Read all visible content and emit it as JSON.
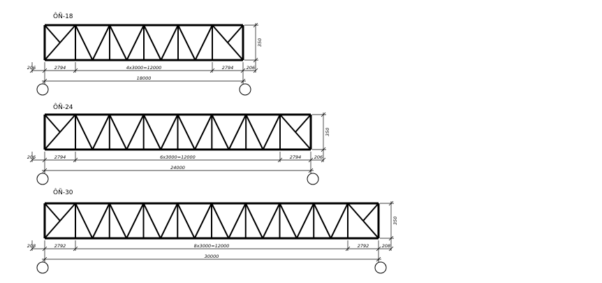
{
  "trusses": [
    {
      "label": "ÔÑ-18",
      "height_label": "350",
      "segments": [
        "206",
        "2794",
        "4x3000=12000",
        "2794",
        "206"
      ],
      "total": "18000",
      "middle_panels": 4
    },
    {
      "label": "ÔÑ-24",
      "height_label": "350",
      "segments": [
        "206",
        "2794",
        "6x3000=12000",
        "2794",
        "206"
      ],
      "total": "24000",
      "middle_panels": 6
    },
    {
      "label": "ÔÑ-30",
      "height_label": "350",
      "segments": [
        "208",
        "2792",
        "8x3000=12000",
        "2792",
        "208"
      ],
      "total": "30000",
      "middle_panels": 8
    }
  ]
}
